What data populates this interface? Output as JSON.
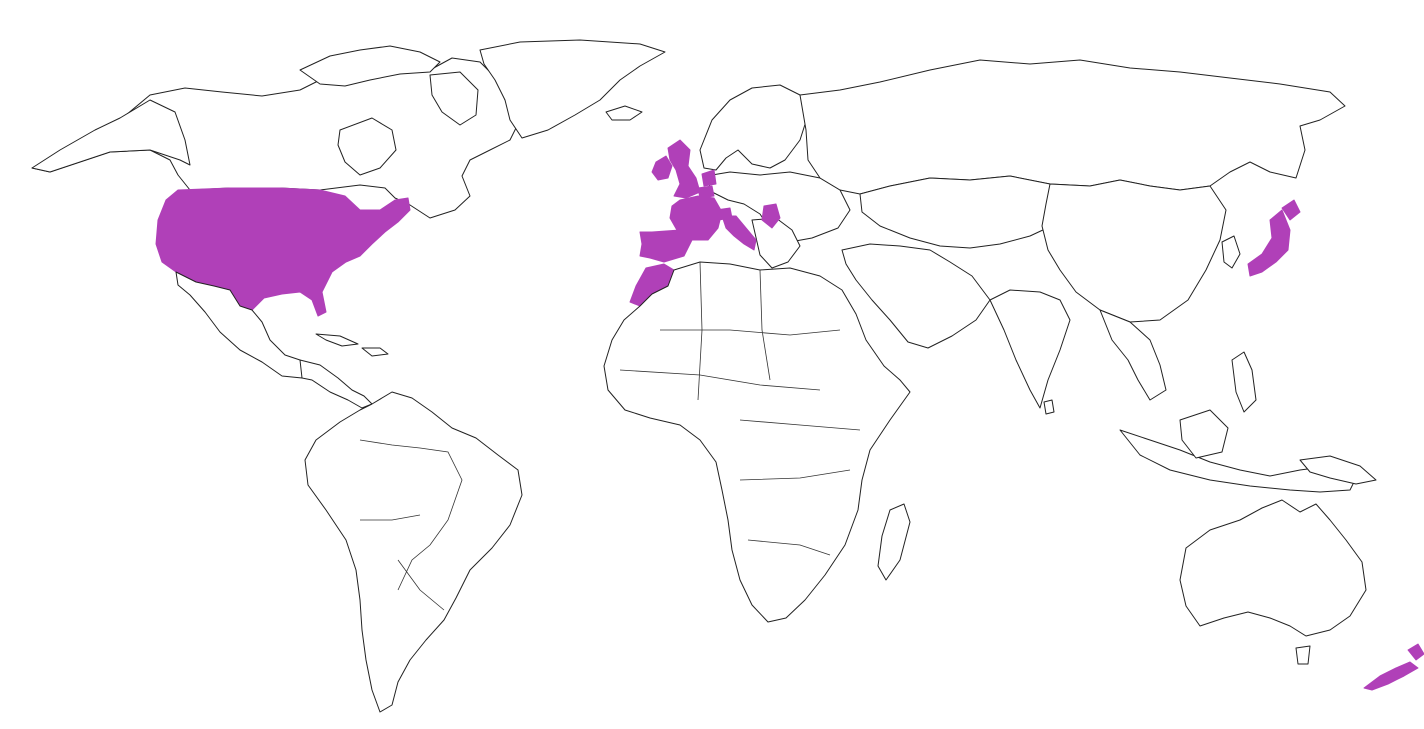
{
  "map": {
    "highlight_color": "#b040b8",
    "outline_color": "#222222",
    "background_color": "#ffffff",
    "highlighted_countries": [
      "united-states",
      "united-kingdom",
      "ireland",
      "france",
      "belgium",
      "netherlands",
      "switzerland",
      "italy",
      "portugal",
      "spain",
      "morocco",
      "serbia",
      "japan",
      "new-zealand"
    ]
  }
}
